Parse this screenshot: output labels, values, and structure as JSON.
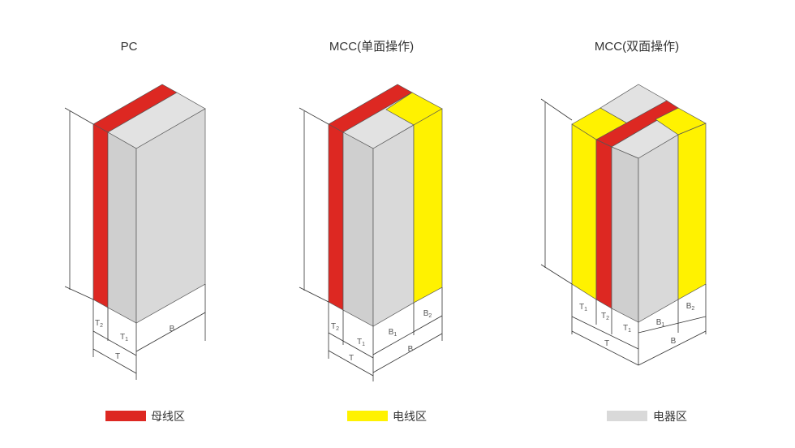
{
  "colors": {
    "busbar": "#dd2822",
    "cable": "#fff200",
    "equipment": "#d9d9d9",
    "equipment_side": "#cfcfcf",
    "equipment_top": "#e2e2e2"
  },
  "diagrams": [
    {
      "title": "PC",
      "labels": {
        "t2": "T",
        "t2_sub": "2",
        "t1": "T",
        "t1_sub": "1",
        "t": "T",
        "b": "B"
      }
    },
    {
      "title": "MCC(单面操作)",
      "labels": {
        "t2": "T",
        "t2_sub": "2",
        "t1": "T",
        "t1_sub": "1",
        "b1": "B",
        "b1_sub": "1",
        "b2": "B",
        "b2_sub": "2",
        "t": "T",
        "b": "B"
      }
    },
    {
      "title": "MCC(双面操作)",
      "labels": {
        "t1a": "T",
        "t1a_sub": "1",
        "t2": "T",
        "t2_sub": "2",
        "t1b": "T",
        "t1b_sub": "1",
        "b1": "B",
        "b1_sub": "1",
        "b2": "B",
        "b2_sub": "2",
        "t": "T",
        "b": "B"
      }
    }
  ],
  "legend": [
    {
      "label": "母线区",
      "color_key": "busbar"
    },
    {
      "label": "电线区",
      "color_key": "cable"
    },
    {
      "label": "电器区",
      "color_key": "equipment"
    }
  ]
}
